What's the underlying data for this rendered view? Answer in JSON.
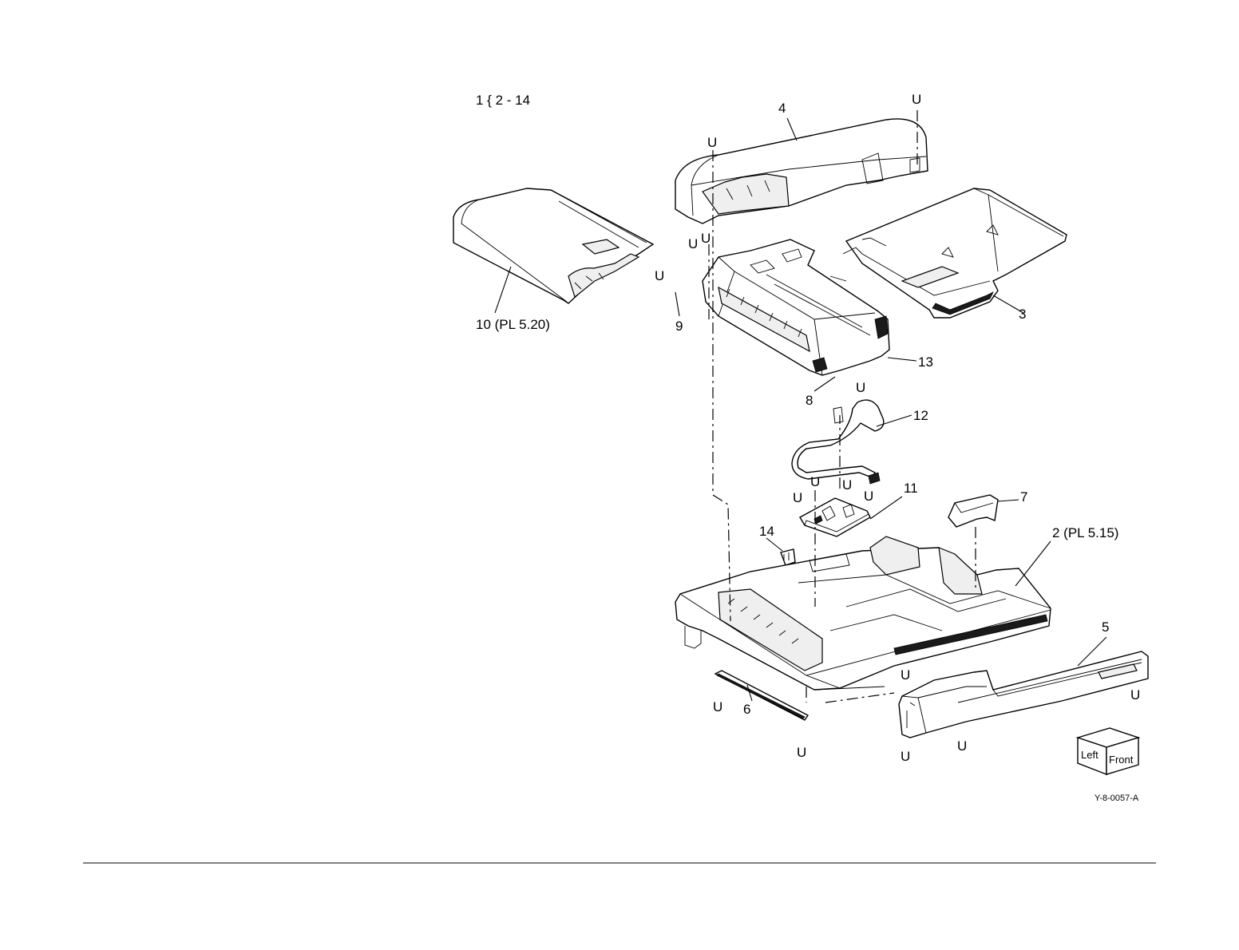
{
  "assembly_label": "1 { 2 - 14",
  "figure_id": "Y-8-0057-A",
  "parts": {
    "p2": "2  (PL 5.15)",
    "p3": "3",
    "p4": "4",
    "p5": "5",
    "p6": "6",
    "p7": "7",
    "p8": "8",
    "p9": "9",
    "p10": "10 (PL 5.20)",
    "p11": "11",
    "p12": "12",
    "p13": "13",
    "p14": "14"
  },
  "screw_symbol": "U",
  "orientation_cube": {
    "left": "Left",
    "front": "Front"
  }
}
